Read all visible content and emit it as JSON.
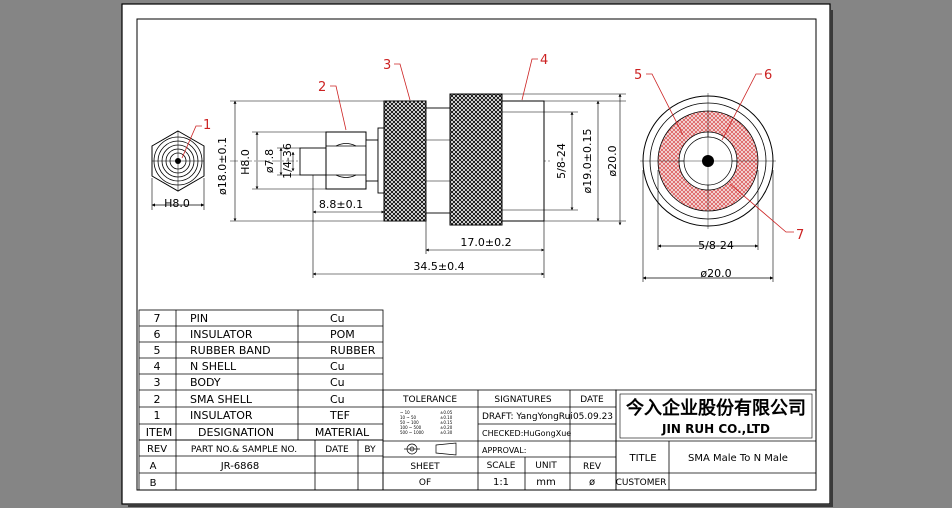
{
  "colors": {
    "background": "#858585",
    "paper": "#ffffff",
    "line": "#000000",
    "callout": "#cc2222",
    "hatch": "#d94848"
  },
  "callouts": [
    "1",
    "2",
    "3",
    "4",
    "5",
    "6",
    "7"
  ],
  "dims": {
    "h8_left": "H8.0",
    "phi18": "ø18.0±0.1",
    "h8_mid": "H8.0",
    "phi7_8": "ø7.8",
    "thread_sma": "1/4-36",
    "len_8_8": "8.8±0.1",
    "len_17": "17.0±0.2",
    "len_34_5": "34.5±0.4",
    "thread_n": "5/8-24",
    "phi19": "ø19.0±0.15",
    "phi20": "ø20.0",
    "thread_n_end": "5/8-24",
    "phi20_end": "ø20.0"
  },
  "bom": {
    "rows": [
      {
        "item": "7",
        "name": "PIN",
        "material": "Cu"
      },
      {
        "item": "6",
        "name": "INSULATOR",
        "material": "POM"
      },
      {
        "item": "5",
        "name": "RUBBER BAND",
        "material": "RUBBER"
      },
      {
        "item": "4",
        "name": "N SHELL",
        "material": "Cu"
      },
      {
        "item": "3",
        "name": "BODY",
        "material": "Cu"
      },
      {
        "item": "2",
        "name": "SMA SHELL",
        "material": "Cu"
      },
      {
        "item": "1",
        "name": "INSULATOR",
        "material": "TEF"
      }
    ],
    "header": {
      "item": "ITEM",
      "name": "DESIGNATION",
      "material": "MATERIAL"
    }
  },
  "revision": {
    "headers": {
      "rev": "REV",
      "part": "PART NO.& SAMPLE NO.",
      "date": "DATE",
      "by": "BY"
    },
    "rows": [
      {
        "rev": "A",
        "part": "JR-6868",
        "date": "",
        "by": ""
      },
      {
        "rev": "B",
        "part": "",
        "date": "",
        "by": ""
      }
    ]
  },
  "tolerance": {
    "title": "TOLERANCE",
    "ranges": [
      "~ 10",
      "10 ~ 50",
      "50 ~ 100",
      "100 ~ 500",
      "500 ~ 1000"
    ],
    "values": [
      "±0.05",
      "±0.10",
      "±0.15",
      "±0.20",
      "±0.30"
    ]
  },
  "signatures": {
    "title": "SIGNATURES",
    "date_header": "DATE",
    "draft": "DRAFT: YangYongRui",
    "draft_date": "05.09.23",
    "checked": "CHECKED:HuGongXue",
    "approval": "APPROVAL:"
  },
  "sheet": {
    "sheet_label": "SHEET",
    "sheet_value": "OF",
    "scale_label": "SCALE",
    "scale_value": "1:1",
    "unit_label": "UNIT",
    "unit_value": "mm",
    "rev_label": "REV",
    "rev_value": "ø"
  },
  "company": {
    "name_cn": "今入企业股份有限公司",
    "name_en": "JIN RUH CO.,LTD"
  },
  "title_block": {
    "title_label": "TITLE",
    "title_value": "SMA Male To N Male",
    "customer_label": "CUSTOMER",
    "customer_value": ""
  }
}
